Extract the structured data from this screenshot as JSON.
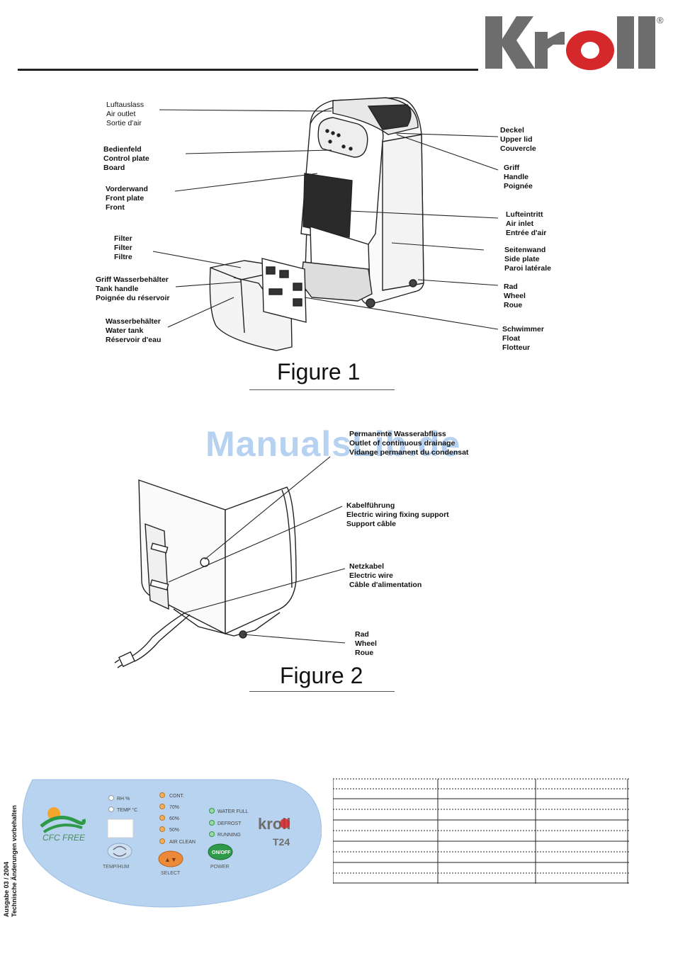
{
  "brand": {
    "logo_text": "kroll",
    "registered": "®"
  },
  "figure1": {
    "title": "Figure 1",
    "labels": {
      "air_outlet": [
        "Luftauslass",
        "Air outlet",
        "Sortie d'air"
      ],
      "control_plate": [
        "Bedienfeld",
        "Control plate",
        "Board"
      ],
      "front_plate": [
        "Vorderwand",
        "Front plate",
        "Front"
      ],
      "filter": [
        "Filter",
        "Filter",
        "Filtre"
      ],
      "tank_handle": [
        "Griff Wasserbehälter",
        "Tank handle",
        "Poignée du réservoir"
      ],
      "water_tank": [
        "Wasserbehälter",
        "Water tank",
        "Réservoir d'eau"
      ],
      "upper_lid": [
        "Deckel",
        "Upper lid",
        "Couvercle"
      ],
      "handle": [
        "Griff",
        "Handle",
        "Poignée"
      ],
      "air_inlet": [
        "Lufteintritt",
        "Air inlet",
        "Entrée d'air"
      ],
      "side_plate": [
        "Seitenwand",
        "Side plate",
        "Paroi latérale"
      ],
      "wheel": [
        "Rad",
        "Wheel",
        "Roue"
      ],
      "float": [
        "Schwimmer",
        "Float",
        "Flotteur"
      ]
    }
  },
  "figure2": {
    "title": "Figure 2",
    "labels": {
      "outlet": [
        "Permanente  Wasserabfluss",
        "Outlet of continuous drainage",
        "Vidange permanent du condensat"
      ],
      "wiring_support": [
        "Kabelführung",
        "Electric wiring fixing support",
        "Support câble"
      ],
      "electric_wire": [
        "Netzkabel",
        "Electric wire",
        "Câble d'alimentation"
      ],
      "wheel": [
        "Rad",
        "Wheel",
        "Roue"
      ]
    }
  },
  "watermark": "ManualsLib.de",
  "side_note": {
    "line1": "Ausgabe 03 / 2004",
    "line2": "Technische Änderungen vorbehalten"
  },
  "control_panel": {
    "cfc_text": "CFC FREE",
    "mode_leds": [
      "RH   %",
      "TEMP °C"
    ],
    "humidity_leds": [
      "CONT.",
      "70%",
      "60%",
      "50%",
      "AIR CLEAN"
    ],
    "status_leds": [
      "WATER FULL",
      "DEFROST",
      "RUNNING"
    ],
    "temp_hum_button": "TEMP/HUM",
    "select_button": "SELECT",
    "select_glyph": "▲▼",
    "power_button_text": "ON/OFF",
    "power_label": "POWER",
    "logo_text": "kroll",
    "model": "T24",
    "colors": {
      "panel": "#b8d3ef",
      "led_orange": "#e99a3a",
      "led_green": "#39a85a",
      "select": "#ec8a3a",
      "power": "#2f9a4a"
    }
  }
}
